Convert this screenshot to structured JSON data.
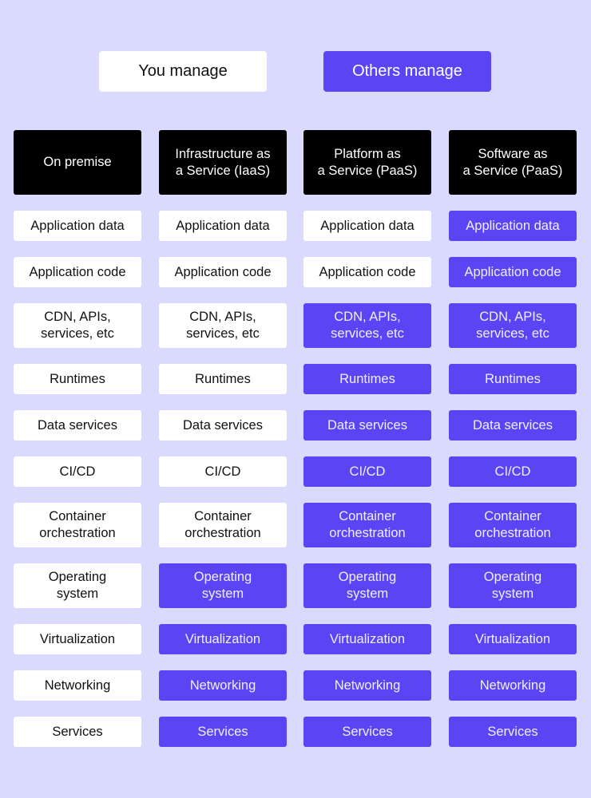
{
  "legend": {
    "you_manage": "You manage",
    "others_manage": "Others manage"
  },
  "colors": {
    "background": "#dad9fe",
    "you_manage": "#ffffff",
    "others_manage": "#5a45f5",
    "header": "#000000"
  },
  "columns": [
    {
      "header": "On premise",
      "layers": [
        {
          "label": "Application data",
          "managed_by": "you"
        },
        {
          "label": "Application code",
          "managed_by": "you"
        },
        {
          "label": "CDN, APIs,\nservices, etc",
          "managed_by": "you"
        },
        {
          "label": "Runtimes",
          "managed_by": "you"
        },
        {
          "label": "Data services",
          "managed_by": "you"
        },
        {
          "label": "CI/CD",
          "managed_by": "you"
        },
        {
          "label": "Container\norchestration",
          "managed_by": "you"
        },
        {
          "label": "Operating\nsystem",
          "managed_by": "you"
        },
        {
          "label": "Virtualization",
          "managed_by": "you"
        },
        {
          "label": "Networking",
          "managed_by": "you"
        },
        {
          "label": "Services",
          "managed_by": "you"
        }
      ]
    },
    {
      "header": "Infrastructure as\na Service (IaaS)",
      "layers": [
        {
          "label": "Application data",
          "managed_by": "you"
        },
        {
          "label": "Application code",
          "managed_by": "you"
        },
        {
          "label": "CDN, APIs,\nservices, etc",
          "managed_by": "you"
        },
        {
          "label": "Runtimes",
          "managed_by": "you"
        },
        {
          "label": "Data services",
          "managed_by": "you"
        },
        {
          "label": "CI/CD",
          "managed_by": "you"
        },
        {
          "label": "Container\norchestration",
          "managed_by": "you"
        },
        {
          "label": "Operating\nsystem",
          "managed_by": "others"
        },
        {
          "label": "Virtualization",
          "managed_by": "others"
        },
        {
          "label": "Networking",
          "managed_by": "others"
        },
        {
          "label": "Services",
          "managed_by": "others"
        }
      ]
    },
    {
      "header": "Platform as\na Service (PaaS)",
      "layers": [
        {
          "label": "Application data",
          "managed_by": "you"
        },
        {
          "label": "Application code",
          "managed_by": "you"
        },
        {
          "label": "CDN, APIs,\nservices, etc",
          "managed_by": "others"
        },
        {
          "label": "Runtimes",
          "managed_by": "others"
        },
        {
          "label": "Data services",
          "managed_by": "others"
        },
        {
          "label": "CI/CD",
          "managed_by": "others"
        },
        {
          "label": "Container\norchestration",
          "managed_by": "others"
        },
        {
          "label": "Operating\nsystem",
          "managed_by": "others"
        },
        {
          "label": "Virtualization",
          "managed_by": "others"
        },
        {
          "label": "Networking",
          "managed_by": "others"
        },
        {
          "label": "Services",
          "managed_by": "others"
        }
      ]
    },
    {
      "header": "Software as\na Service (PaaS)",
      "layers": [
        {
          "label": "Application data",
          "managed_by": "others"
        },
        {
          "label": "Application code",
          "managed_by": "others"
        },
        {
          "label": "CDN, APIs,\nservices, etc",
          "managed_by": "others"
        },
        {
          "label": "Runtimes",
          "managed_by": "others"
        },
        {
          "label": "Data services",
          "managed_by": "others"
        },
        {
          "label": "CI/CD",
          "managed_by": "others"
        },
        {
          "label": "Container\norchestration",
          "managed_by": "others"
        },
        {
          "label": "Operating\nsystem",
          "managed_by": "others"
        },
        {
          "label": "Virtualization",
          "managed_by": "others"
        },
        {
          "label": "Networking",
          "managed_by": "others"
        },
        {
          "label": "Services",
          "managed_by": "others"
        }
      ]
    }
  ]
}
